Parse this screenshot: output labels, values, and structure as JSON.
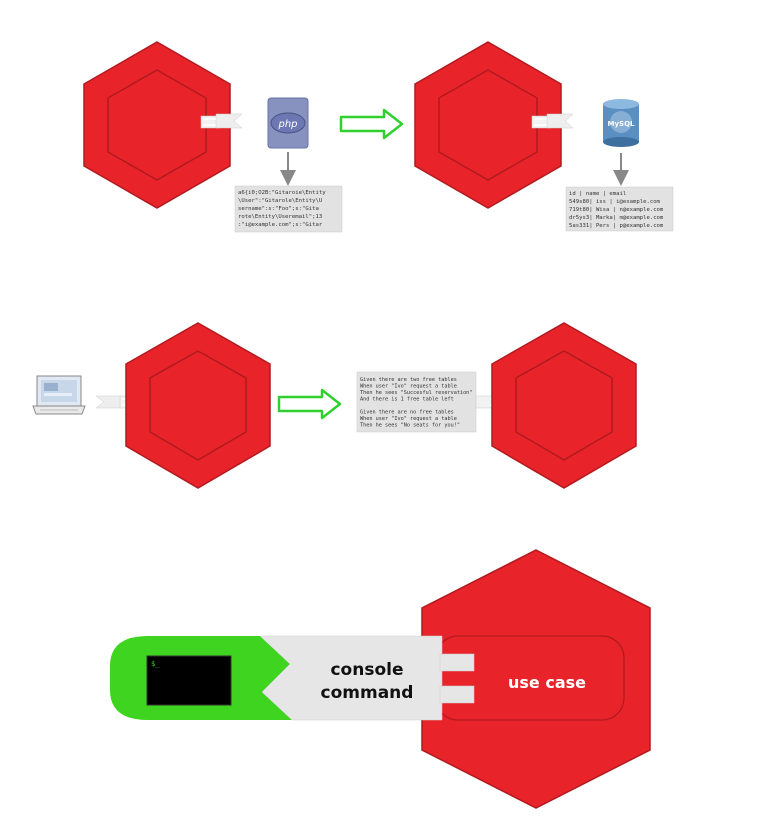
{
  "row1": {
    "php_logo_text": "php",
    "serialized_lines": [
      "a6{i0;O2B:\"Gitaroie\\Entity",
      "\\User\":\"Gitarole\\Entity\\U",
      "sername\":s:\"Foo\";s:\"Gita",
      "rote\\Entity\\Useremail\";13",
      ":\"i@example.com\";s:\"Gitar"
    ],
    "mysql_logo_text": "MySQL",
    "table_lines": [
      "id    | name | email",
      "549s80| iss  | i@example.com",
      "719t80| Wisa | n@example.com",
      "dr5ys3| Marka| m@example.com",
      "5as331| Pers | p@example.com"
    ]
  },
  "row2": {
    "scenario_lines": [
      "Given there are two free tables",
      "When user \"Ivo\" request a table",
      "Then he sees \"Succesful reservation\"",
      "And there is 1 free table left",
      "",
      "Given there are no free tables",
      "When user \"Ivo\" request a table",
      "Then he sees \"No seats for you!\""
    ]
  },
  "row3": {
    "terminal_prompt": "$_",
    "adapter_label_line1": "console",
    "adapter_label_line2": "command",
    "core_label": "use case"
  },
  "colors": {
    "hex_outer": "#e8242a",
    "hex_inner": "#e8242a",
    "hex_stroke": "#b11a1f",
    "arrow_green": "#2ed12e",
    "console_green": "#3fd41f",
    "adapter_gray": "#e6e6e6",
    "php_purple": "#8892bf",
    "mysql_blue": "#4479a1"
  }
}
